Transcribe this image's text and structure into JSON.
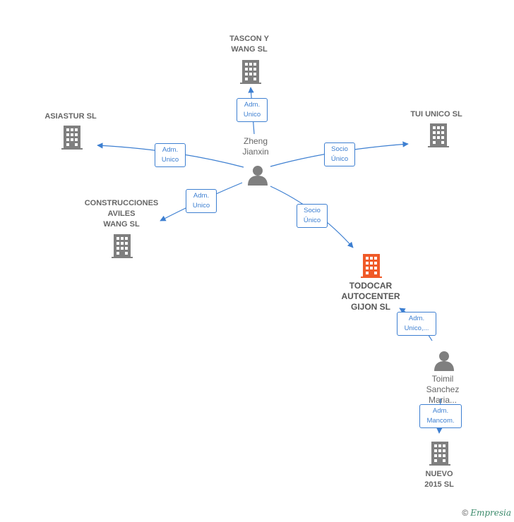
{
  "center_person": {
    "label": "Zheng\nJianxin"
  },
  "second_person": {
    "label": "Toimil\nSanchez\nMaria..."
  },
  "companies": {
    "tascon": "TASCON Y\nWANG SL",
    "asiastur": "ASIASTUR SL",
    "tui": "TUI UNICO  SL",
    "construcciones": "CONSTRUCCIONES\nAVILES\nWANG SL",
    "todocar": "TODOCAR\nAUTOCENTER\nGIJON  SL",
    "nuevo": "NUEVO\n2015  SL"
  },
  "roles": {
    "tascon": "Adm.\nUnico",
    "asiastur": "Adm.\nUnico",
    "tui": "Socio\nÚnico",
    "construcciones": "Adm.\nUnico",
    "todocar": "Socio\nÚnico",
    "toimil_todocar": "Adm.\nUnico,...",
    "toimil_nuevo": "Adm.\nMancom."
  },
  "colors": {
    "edge": "#3d7fd1",
    "company_icon": "#7f7f7f",
    "main_company_icon": "#f05a28",
    "person_icon": "#7f7f7f"
  },
  "footer": {
    "copyright": "©",
    "brand": "Empresia"
  }
}
